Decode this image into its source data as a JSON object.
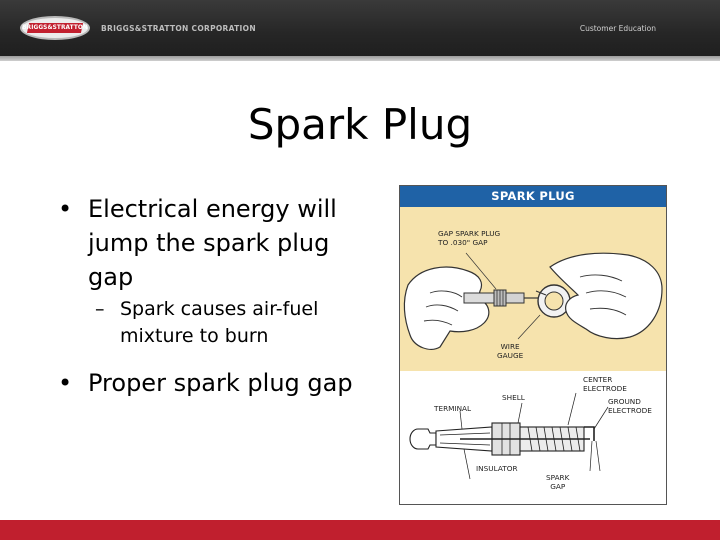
{
  "header": {
    "logo_text": "BRIGGS&STRATTON",
    "corporation": "BRIGGS&STRATTON CORPORATION",
    "section": "Customer Education",
    "colors": {
      "band": "#262626",
      "brand_red": "#c2202f"
    }
  },
  "slide": {
    "title": "Spark Plug",
    "bullets": [
      {
        "text": "Electrical energy will jump the spark plug gap",
        "sub": [
          "Spark causes air-fuel mixture to burn"
        ]
      },
      {
        "text": "Proper spark plug gap",
        "sub": []
      }
    ],
    "bullet_glyph": "•",
    "sub_glyph": "–"
  },
  "figure": {
    "header": "SPARK PLUG",
    "labels": {
      "gap_spec_line1": "GAP SPARK PLUG",
      "gap_spec_line2": "TO .030\" GAP",
      "wire_gauge_line1": "WIRE",
      "wire_gauge_line2": "GAUGE",
      "center_electrode_line1": "CENTER",
      "center_electrode_line2": "ELECTRODE",
      "shell": "SHELL",
      "terminal": "TERMINAL",
      "ground_electrode_line1": "GROUND",
      "ground_electrode_line2": "ELECTRODE",
      "insulator": "INSULATOR",
      "spark_gap_line1": "SPARK",
      "spark_gap_line2": "GAP"
    },
    "colors": {
      "header": "#1f62a6",
      "illustration_bg": "#f6e3ad"
    }
  },
  "footer": {
    "colors": {
      "bar": "#c01f2e"
    }
  }
}
